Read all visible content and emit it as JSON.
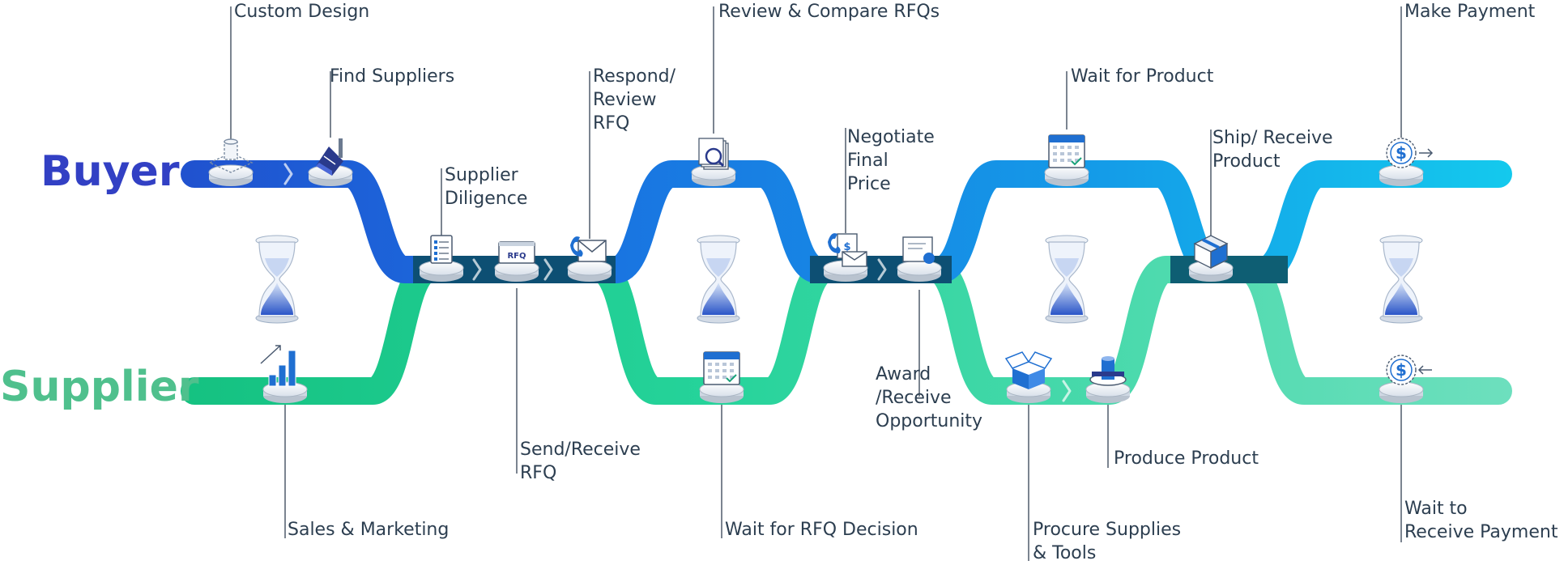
{
  "lanes": {
    "buyer": {
      "label": "Buyer",
      "color": "#3240c4"
    },
    "supplier": {
      "label": "Supplier",
      "color": "#4fc08d"
    }
  },
  "steps": [
    {
      "id": "custom-design",
      "label": "Custom Design",
      "lane": "buyer",
      "icon": "blueprint-icon"
    },
    {
      "id": "find-suppliers",
      "label": "Find Suppliers",
      "lane": "buyer",
      "icon": "factory-icon"
    },
    {
      "id": "supplier-diligence",
      "label": "Supplier\nDiligence",
      "lane": "shared",
      "icon": "checklist-icon"
    },
    {
      "id": "send-receive-rfq",
      "label": "Send/Receive\nRFQ",
      "lane": "shared",
      "icon": "rfq-icon"
    },
    {
      "id": "respond-review-rfq",
      "label": "Respond/\nReview\nRFQ",
      "lane": "shared",
      "icon": "phone-mail-icon"
    },
    {
      "id": "review-compare-rfqs",
      "label": "Review & Compare RFQs",
      "lane": "buyer",
      "icon": "documents-icon"
    },
    {
      "id": "negotiate-final-price",
      "label": "Negotiate\nFinal\nPrice",
      "lane": "shared",
      "icon": "phone-price-icon"
    },
    {
      "id": "award-receive-opportunity",
      "label": "Award\n/Receive\nOpportunity",
      "lane": "shared",
      "icon": "certificate-icon"
    },
    {
      "id": "wait-for-product",
      "label": "Wait for Product",
      "lane": "buyer",
      "icon": "calendar-icon"
    },
    {
      "id": "ship-receive-product",
      "label": "Ship/ Receive\nProduct",
      "lane": "shared",
      "icon": "package-icon"
    },
    {
      "id": "make-payment",
      "label": "Make Payment",
      "lane": "buyer",
      "icon": "dollar-out-icon"
    },
    {
      "id": "sales-marketing",
      "label": "Sales & Marketing",
      "lane": "supplier",
      "icon": "growth-chart-icon"
    },
    {
      "id": "wait-for-rfq-decision",
      "label": "Wait for RFQ Decision",
      "lane": "supplier",
      "icon": "calendar-icon"
    },
    {
      "id": "procure-supplies-tools",
      "label": "Procure Supplies\n& Tools",
      "lane": "supplier",
      "icon": "open-box-icon"
    },
    {
      "id": "produce-product",
      "label": "Produce Product",
      "lane": "supplier",
      "icon": "machine-icon"
    },
    {
      "id": "wait-to-receive-payment",
      "label": "Wait to\nReceive Payment",
      "lane": "supplier",
      "icon": "dollar-in-icon"
    }
  ],
  "rfq_badge": "RFQ",
  "currency_symbol": "$",
  "wait_icon": "hourglass-icon",
  "colors": {
    "text": "#2c3e50",
    "connector": "#5a6675",
    "track_shared": "#0d4f73",
    "icon_primary": "#1f6fd1",
    "icon_dark": "#2a3a8c"
  }
}
